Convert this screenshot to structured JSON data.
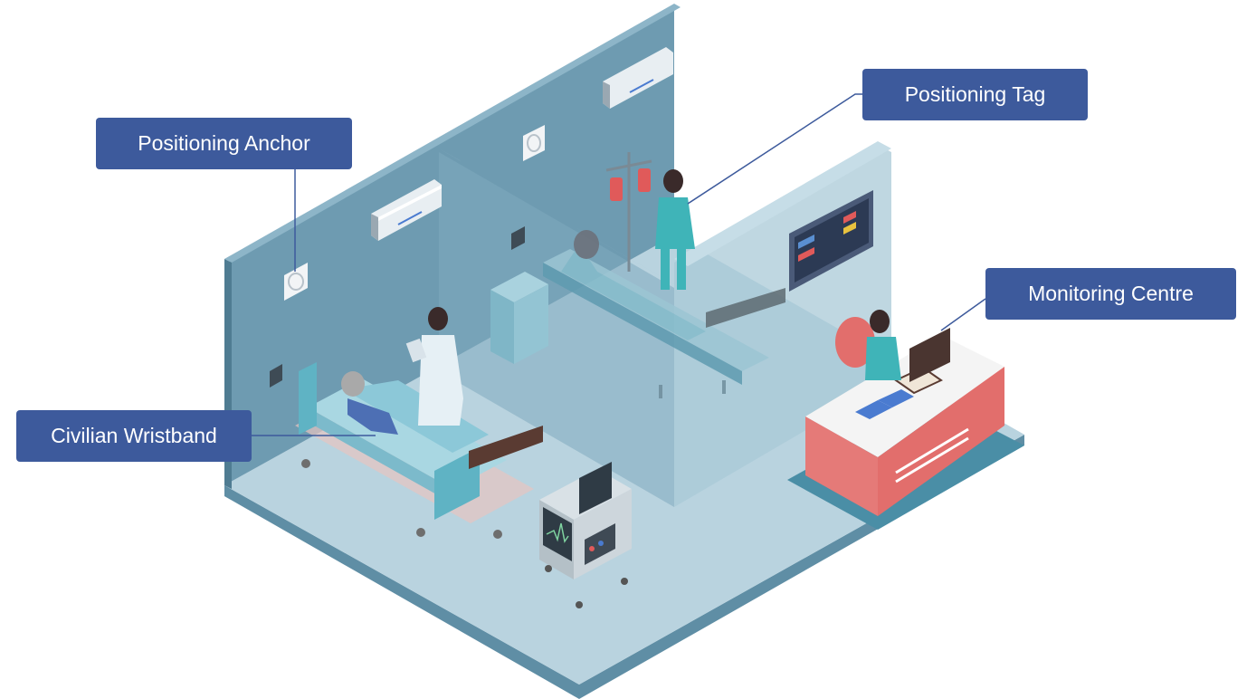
{
  "labels": {
    "positioning_anchor": "Positioning Anchor",
    "positioning_tag": "Positioning Tag",
    "monitoring_centre": "Monitoring Centre",
    "civilian_wristband": "Civilian Wristband"
  },
  "colors": {
    "label_bg": "#3d5a9c",
    "label_text": "#ffffff",
    "wall": "#6f9db3",
    "floor": "#b9d3df",
    "desk": "#e57a78",
    "leader_line": "#3d5a9c"
  }
}
